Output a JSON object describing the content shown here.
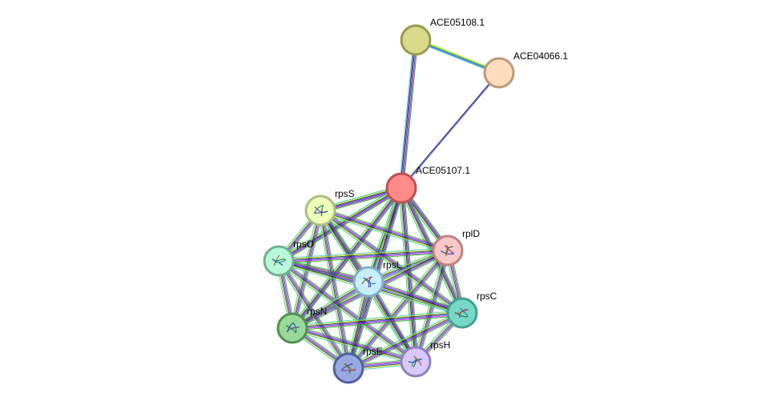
{
  "network": {
    "edge_colors": [
      "#00c000",
      "#d000d0",
      "#3030ff",
      "#202020",
      "#c8e000",
      "#30c8c8"
    ],
    "nodes": [
      {
        "id": "ACE05108.1",
        "label": "ACE05108.1",
        "fill": "#d9d98a",
        "stroke": "#9a9a50",
        "has_structure": false
      },
      {
        "id": "ACE04066.1",
        "label": "ACE04066.1",
        "fill": "#fcdcbc",
        "stroke": "#b89a7a",
        "has_structure": false
      },
      {
        "id": "ACE05107.1",
        "label": "ACE05107.1",
        "fill": "#ff8a8a",
        "stroke": "#c05050",
        "has_structure": false
      },
      {
        "id": "rpsS",
        "label": "rpsS",
        "fill": "#eefdb8",
        "stroke": "#a8c080",
        "has_structure": true
      },
      {
        "id": "rplD",
        "label": "rplD",
        "fill": "#f8c8c8",
        "stroke": "#c08080",
        "has_structure": true
      },
      {
        "id": "rpsO",
        "label": "rpsO",
        "fill": "#b8f8d8",
        "stroke": "#70b090",
        "has_structure": true
      },
      {
        "id": "rpsL",
        "label": "rpsL",
        "fill": "#c8eefc",
        "stroke": "#80b0c8",
        "has_structure": true
      },
      {
        "id": "rpsC",
        "label": "rpsC",
        "fill": "#78d8c8",
        "stroke": "#40a090",
        "has_structure": true
      },
      {
        "id": "rpsN",
        "label": "rpsN",
        "fill": "#98d898",
        "stroke": "#509050",
        "has_structure": true
      },
      {
        "id": "rpsE",
        "label": "rpsE",
        "fill": "#98a8e0",
        "stroke": "#5060a0",
        "has_structure": true
      },
      {
        "id": "rpsH",
        "label": "rpsH",
        "fill": "#d8c8fc",
        "stroke": "#9080c0",
        "has_structure": true
      }
    ],
    "edges": [
      [
        "ACE05108.1",
        "ACE04066.1"
      ],
      [
        "ACE05108.1",
        "ACE05107.1"
      ],
      [
        "ACE04066.1",
        "ACE05107.1"
      ],
      [
        "ACE05107.1",
        "rpsS"
      ],
      [
        "ACE05107.1",
        "rplD"
      ],
      [
        "ACE05107.1",
        "rpsO"
      ],
      [
        "ACE05107.1",
        "rpsL"
      ],
      [
        "ACE05107.1",
        "rpsC"
      ],
      [
        "ACE05107.1",
        "rpsN"
      ],
      [
        "ACE05107.1",
        "rpsE"
      ],
      [
        "ACE05107.1",
        "rpsH"
      ],
      [
        "rpsS",
        "rplD"
      ],
      [
        "rpsS",
        "rpsO"
      ],
      [
        "rpsS",
        "rpsL"
      ],
      [
        "rpsS",
        "rpsC"
      ],
      [
        "rpsS",
        "rpsN"
      ],
      [
        "rpsS",
        "rpsE"
      ],
      [
        "rpsS",
        "rpsH"
      ],
      [
        "rplD",
        "rpsO"
      ],
      [
        "rplD",
        "rpsL"
      ],
      [
        "rplD",
        "rpsC"
      ],
      [
        "rplD",
        "rpsN"
      ],
      [
        "rplD",
        "rpsE"
      ],
      [
        "rplD",
        "rpsH"
      ],
      [
        "rpsO",
        "rpsL"
      ],
      [
        "rpsO",
        "rpsC"
      ],
      [
        "rpsO",
        "rpsN"
      ],
      [
        "rpsO",
        "rpsE"
      ],
      [
        "rpsO",
        "rpsH"
      ],
      [
        "rpsL",
        "rpsC"
      ],
      [
        "rpsL",
        "rpsN"
      ],
      [
        "rpsL",
        "rpsE"
      ],
      [
        "rpsL",
        "rpsH"
      ],
      [
        "rpsC",
        "rpsN"
      ],
      [
        "rpsC",
        "rpsE"
      ],
      [
        "rpsC",
        "rpsH"
      ],
      [
        "rpsN",
        "rpsE"
      ],
      [
        "rpsN",
        "rpsH"
      ],
      [
        "rpsE",
        "rpsH"
      ]
    ]
  }
}
